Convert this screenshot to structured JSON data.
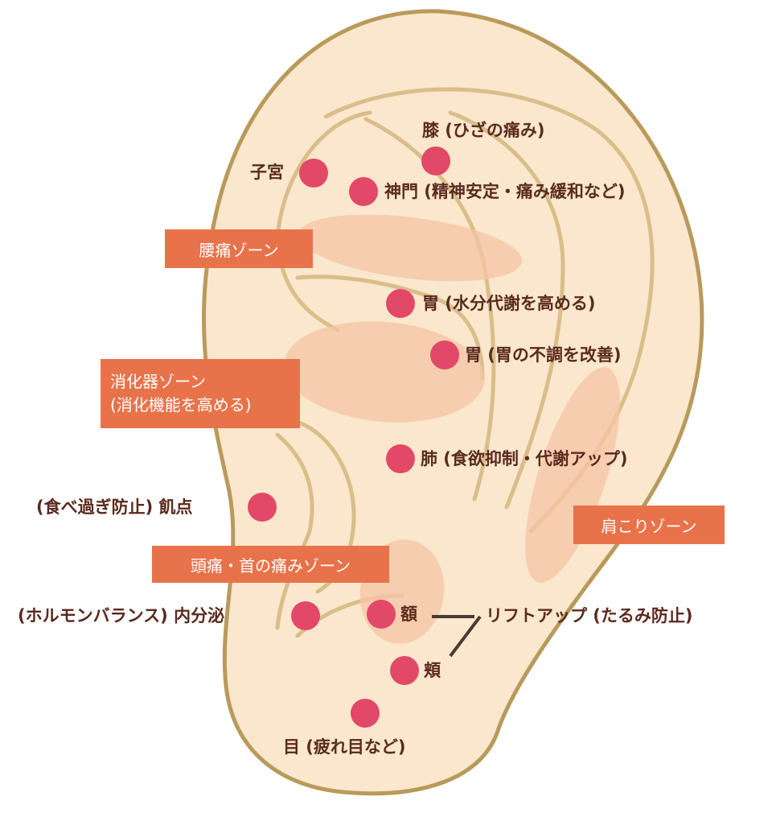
{
  "colors": {
    "ear_fill": "#fae7cd",
    "ear_outline": "#b99a5b",
    "zone_fill": "#f5c4a4",
    "point": "#e24868",
    "label_text": "#5a2a1e",
    "zone_label_bg": "#e8734a",
    "zone_label_text": "#ffffff",
    "connector": "#4a3a33"
  },
  "zones": {
    "lumbar": "腰痛ゾーン",
    "digestive_line1": "消化器ゾーン",
    "digestive_line2": "(消化機能を高める)",
    "shoulder": "肩こりゾーン",
    "headache": "頭痛・首の痛みゾーン"
  },
  "points": {
    "knee": "膝 (ひざの痛み)",
    "uterus": "子宮",
    "shenmen": "神門 (精神安定・痛み緩和など)",
    "stomach1": "胃 (水分代謝を高める)",
    "stomach2": "胃 (胃の不調を改善)",
    "lung": "肺 (食欲抑制・代謝アップ)",
    "hunger": "(食べ過ぎ防止) 飢点",
    "endocrine": "(ホルモンバランス) 内分泌",
    "forehead": "額",
    "cheek": "頬",
    "eye": "目 (疲れ目など)"
  },
  "annotations": {
    "liftup": "リフトアップ (たるみ防止)"
  }
}
